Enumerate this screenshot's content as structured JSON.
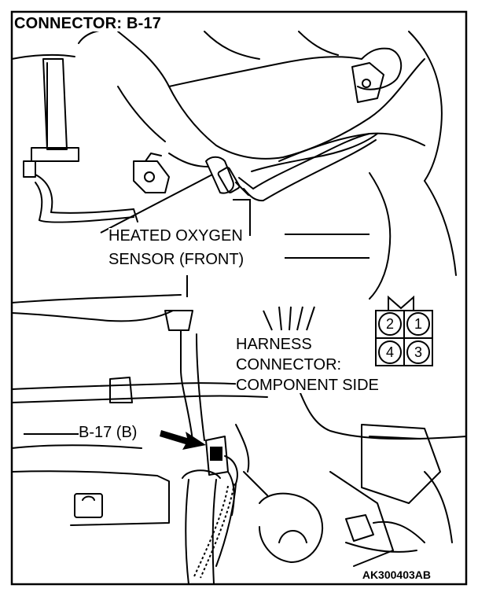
{
  "title": "CONNECTOR: B-17",
  "sensor_label": {
    "line1": "HEATED OXYGEN",
    "line2": "SENSOR (FRONT)"
  },
  "harness_label": {
    "line1": "HARNESS",
    "line2": "CONNECTOR:",
    "line3": "COMPONENT SIDE"
  },
  "connector_callout": "B-17 (B)",
  "connector_pins": [
    "2",
    "1",
    "4",
    "3"
  ],
  "figure_code": "AK300403AB"
}
